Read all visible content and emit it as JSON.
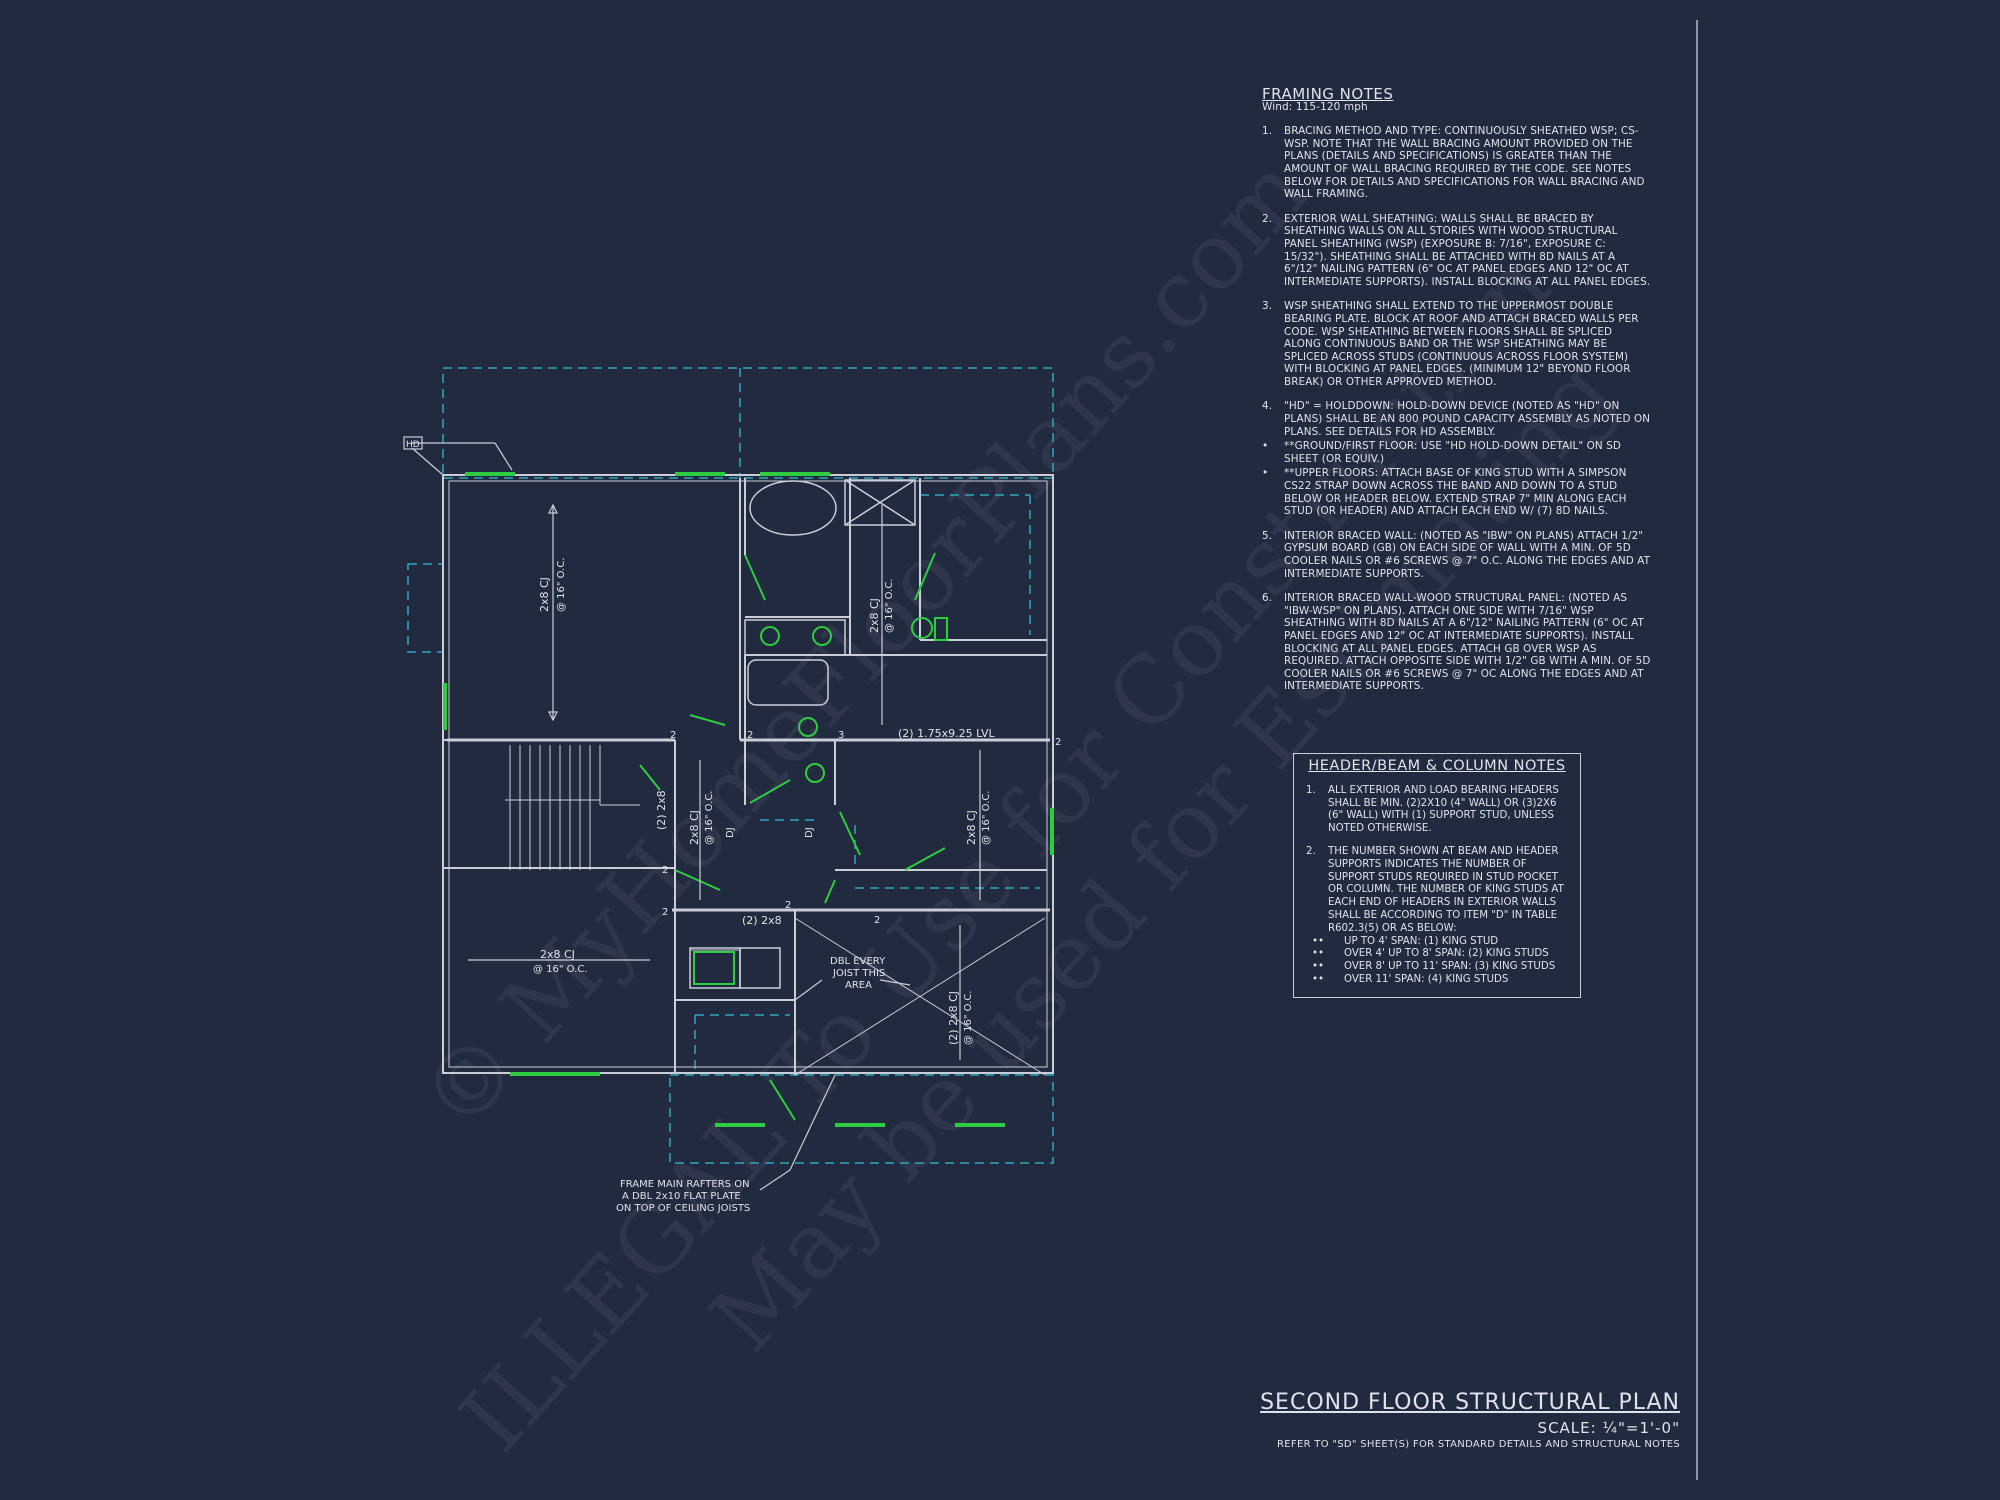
{
  "framing_notes": {
    "title": "FRAMING NOTES",
    "subtitle": "Wind: 115-120 mph",
    "items": [
      {
        "num": "1.",
        "text": "BRACING METHOD AND TYPE: CONTINUOUSLY SHEATHED WSP; CS-WSP. NOTE THAT THE WALL BRACING AMOUNT PROVIDED ON THE PLANS (DETAILS AND SPECIFICATIONS) IS GREATER THAN THE AMOUNT OF WALL BRACING REQUIRED BY THE CODE. SEE NOTES BELOW FOR DETAILS AND SPECIFICATIONS FOR WALL BRACING AND WALL FRAMING."
      },
      {
        "num": "2.",
        "text": "EXTERIOR WALL SHEATHING: WALLS SHALL BE BRACED BY SHEATHING WALLS ON ALL STORIES WITH WOOD STRUCTURAL PANEL SHEATHING (WSP) (EXPOSURE B: 7/16\", EXPOSURE C: 15/32\"). SHEATHING SHALL BE ATTACHED WITH 8d NAILS AT A 6\"/12\" NAILING PATTERN (6\" OC AT PANEL EDGES AND 12\" OC AT INTERMEDIATE SUPPORTS). INSTALL BLOCKING AT ALL PANEL EDGES."
      },
      {
        "num": "3.",
        "text": "WSP SHEATHING SHALL EXTEND TO THE UPPERMOST DOUBLE BEARING PLATE. BLOCK AT ROOF AND ATTACH BRACED WALLS PER CODE. WSP SHEATHING BETWEEN FLOORS SHALL BE SPLICED ALONG CONTINUOUS BAND OR THE WSP SHEATHING MAY BE SPLICED ACROSS STUDS (CONTINUOUS ACROSS FLOOR SYSTEM) WITH BLOCKING AT PANEL EDGES. (MINIMUM 12\" BEYOND FLOOR BREAK) OR OTHER APPROVED METHOD."
      },
      {
        "num": "4.",
        "text": "\"HD\" = HOLDDOWN: HOLD-DOWN DEVICE (NOTED AS \"HD\" ON PLANS) SHALL BE AN 800 POUND CAPACITY ASSEMBLY AS NOTED ON PLANS. SEE DETAILS FOR HD ASSEMBLY."
      },
      {
        "num": "•",
        "text": "**GROUND/FIRST FLOOR: USE \"HD HOLD-DOWN DETAIL\" ON SD SHEET (OR EQUIV.)",
        "bullet": true
      },
      {
        "num": "•",
        "text": "**UPPER FLOORS: ATTACH BASE OF KING STUD WITH A SIMPSON CS22 STRAP DOWN ACROSS THE BAND AND DOWN TO A STUD BELOW OR HEADER BELOW. EXTEND STRAP 7\" MIN ALONG EACH STUD (OR HEADER) AND ATTACH EACH END W/ (7) 8d NAILS.",
        "bullet": true
      },
      {
        "num": "5.",
        "text": "INTERIOR BRACED WALL: (NOTED AS \"IBW\" ON PLANS) ATTACH 1/2\" GYPSUM BOARD (GB) ON EACH SIDE OF WALL WITH A MIN. OF 5d COOLER NAILS OR #6 SCREWS @ 7\" O.C. ALONG THE EDGES AND AT INTERMEDIATE SUPPORTS."
      },
      {
        "num": "6.",
        "text": "INTERIOR BRACED WALL-WOOD STRUCTURAL PANEL: (NOTED AS \"IBW-WSP\" ON PLANS). ATTACH ONE SIDE WITH 7/16\" WSP SHEATHING WITH 8d NAILS AT A 6\"/12\" NAILING PATTERN (6\" OC AT PANEL EDGES AND 12\" OC AT INTERMEDIATE SUPPORTS). INSTALL BLOCKING AT ALL PANEL EDGES. ATTACH GB OVER WSP AS REQUIRED. ATTACH OPPOSITE SIDE WITH 1/2\" GB WITH A MIN. OF 5d COOLER NAILS OR #6 SCREWS @ 7\" OC ALONG THE EDGES AND AT INTERMEDIATE SUPPORTS."
      }
    ]
  },
  "header_beam_notes": {
    "title": "HEADER/BEAM & COLUMN NOTES",
    "items": [
      {
        "num": "1.",
        "text": "ALL EXTERIOR AND LOAD BEARING HEADERS SHALL BE MIN. (2)2x10 (4\" WALL) OR (3)2x6 (6\" WALL) WITH (1) SUPPORT STUD, UNLESS NOTED OTHERWISE."
      },
      {
        "num": "2.",
        "text": "THE NUMBER SHOWN AT BEAM AND HEADER SUPPORTS INDICATES THE NUMBER OF SUPPORT STUDS REQUIRED IN STUD POCKET OR COLUMN. THE NUMBER OF KING STUDS AT EACH END OF HEADERS IN EXTERIOR WALLS SHALL BE ACCORDING TO ITEM \"d\" IN TABLE R602.3(5) OR AS BELOW:"
      }
    ],
    "spans": [
      {
        "mark": "••",
        "text": "UP TO 4' SPAN: (1) KING STUD"
      },
      {
        "mark": "••",
        "text": "OVER 4' UP TO 8' SPAN: (2) KING STUDS"
      },
      {
        "mark": "••",
        "text": "OVER 8' UP TO 11' SPAN: (3) KING STUDS"
      },
      {
        "mark": "••",
        "text": "OVER 11' SPAN: (4) KING STUDS"
      }
    ]
  },
  "title_block": {
    "plan_title": "SECOND FLOOR STRUCTURAL PLAN",
    "scale": "SCALE: ¼\"=1'-0\"",
    "refer": "REFER TO \"SD\" SHEET(S) FOR STANDARD DETAILS AND STRUCTURAL NOTES"
  },
  "plan_labels": {
    "hd": "HD",
    "cj_left_top": "2x8 CJ",
    "oc_left_top": "@ 16\" O.C.",
    "cj_center_top": "2x8 CJ",
    "oc_center_top": "@ 16\" O.C.",
    "cj_left_bottom": "2x8 CJ",
    "oc_left_bottom": "@ 16\" O.C.",
    "cj_hall": "2x8 CJ",
    "oc_hall": "@ 16\" O.C.",
    "cj_right_mid": "2x8 CJ",
    "oc_right_mid": "@ 16\" O.C.",
    "cj_right_bottom": "(2) 2x8 CJ",
    "oc_right_bottom": "@ 16\" O.C.",
    "hdr_2x8_left": "(2) 2x8",
    "hdr_2x8_mid": "(2) 2x8",
    "lvl": "(2) 1.75x9.25 LVL",
    "dj_1": "DJ",
    "dj_2": "DJ",
    "dbl_joist_1": "DBL EVERY",
    "dbl_joist_2": "JOIST THIS",
    "dbl_joist_3": "AREA",
    "rafters_1": "FRAME MAIN RAFTERS ON",
    "rafters_2": "A DBL 2x10 FLAT PLATE",
    "rafters_3": "ON TOP OF CEILING JOISTS",
    "n2a": "2",
    "n2b": "2",
    "n3": "3",
    "n2c": "2",
    "n2d": "2",
    "n2e": "2",
    "n2f": "2",
    "n2g": "2"
  },
  "watermark": {
    "line1": "© MyHomeFloorPlans.com",
    "line2": "ILLEGAL To Use for Construction",
    "line3": "May be used for Estimating"
  },
  "colors": {
    "background": "#222a3f",
    "wall": "#c9ced8",
    "dashed": "#2fa7b8",
    "window": "#2ecc40",
    "text": "#dfe3ea"
  }
}
